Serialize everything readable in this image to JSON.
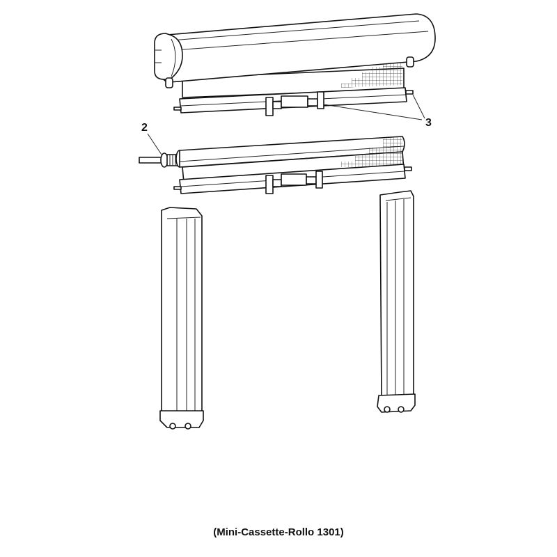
{
  "diagram": {
    "type": "exploded-assembly-drawing",
    "subject": "Mini cassette roller blind",
    "caption": "(Mini-Cassette-Rollo 1301)",
    "callouts": [
      {
        "id": "2",
        "label": "2",
        "target": "spring-axle of roller tube"
      },
      {
        "id": "3",
        "label": "3",
        "target": "bottom rail end caps / handle"
      }
    ],
    "components": [
      {
        "name": "cassette-housing",
        "description": "Assembled cassette with rounded top cover, end caps, mesh fabric and bottom rail"
      },
      {
        "name": "roller-tube",
        "description": "Roller tube with spring axle, fabric with mesh pattern and bottom rail with handle"
      },
      {
        "name": "left-guide-rail",
        "description": "Vertical side guide rail, left"
      },
      {
        "name": "right-guide-rail",
        "description": "Vertical side guide rail, right"
      }
    ],
    "colors": {
      "line": "#111111",
      "background": "#ffffff"
    }
  }
}
